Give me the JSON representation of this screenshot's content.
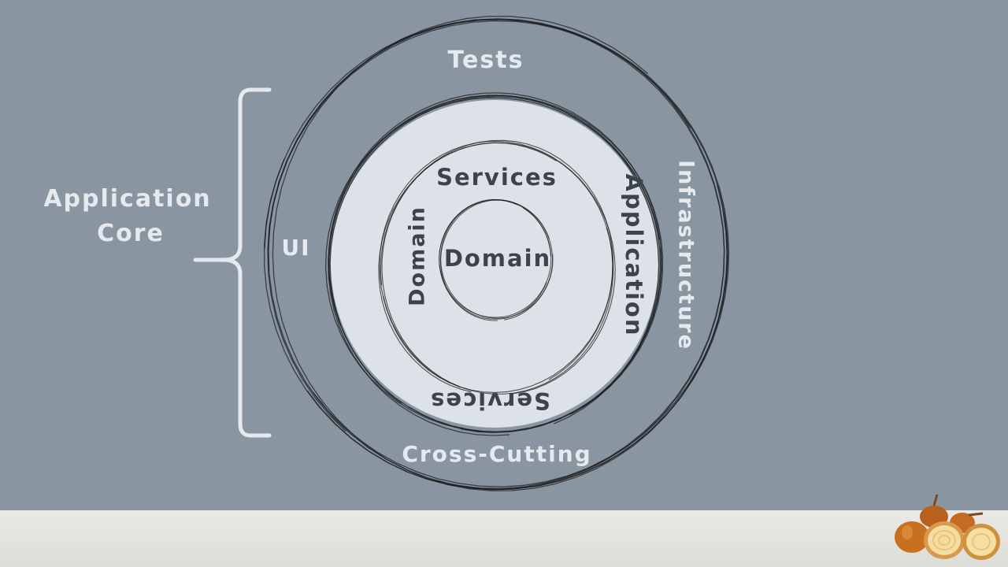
{
  "diagram": {
    "labels": {
      "tests": "Tests",
      "ui": "UI",
      "infrastructure": "Infrastructure",
      "cross_cutting": "Cross-Cutting",
      "application": "Application",
      "services_top": "Services",
      "services_bottom": "Services",
      "domain_side": "Domain",
      "domain_center": "Domain"
    },
    "bracket_label_line1": "Application",
    "bracket_label_line2": "Core"
  },
  "colors": {
    "background": "#8996a2",
    "floor": "#e3e3df",
    "inner_fill": "#dde2e8",
    "sketch_stroke": "#1e1f22",
    "light_text": "#e6eaee",
    "dark_text": "#3d434a"
  }
}
